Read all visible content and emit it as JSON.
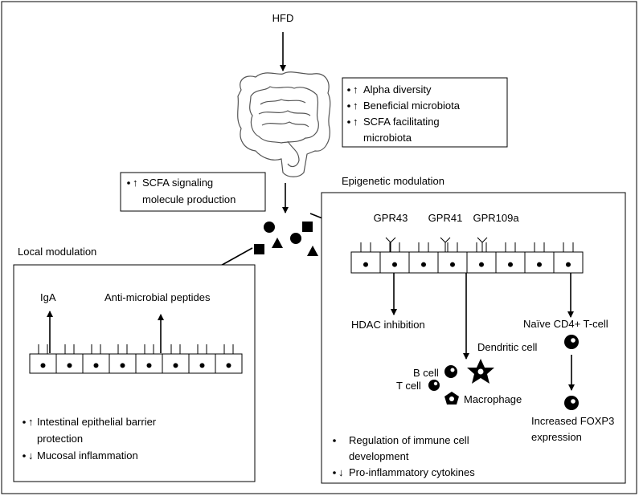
{
  "top_input": "HFD",
  "microbiota_effects": {
    "items": [
      {
        "arrow": "↑",
        "lines": [
          "Alpha diversity"
        ]
      },
      {
        "arrow": "↑",
        "lines": [
          "Beneficial microbiota"
        ]
      },
      {
        "arrow": "↑",
        "lines": [
          "SCFA facilitating",
          "microbiota"
        ]
      }
    ]
  },
  "scfa_box": {
    "arrow": "↑",
    "lines": [
      "SCFA signaling",
      "molecule production"
    ]
  },
  "local": {
    "title": "Local modulation",
    "iga": "IgA",
    "amp": "Anti-microbial peptides",
    "outcomes": [
      {
        "arrow": "↑",
        "lines": [
          "Intestinal epithelial barrier",
          "protection"
        ]
      },
      {
        "arrow": "↓",
        "lines": [
          "Mucosal inflammation"
        ]
      }
    ]
  },
  "epigenetic": {
    "title": "Epigenetic modulation",
    "receptors": [
      "GPR43",
      "GPR41",
      "GPR109a"
    ],
    "hdac": "HDAC inhibition",
    "cells": {
      "b_cell": "B cell",
      "t_cell": "T cell",
      "dendritic": "Dendritic cell",
      "macrophage": "Macrophage",
      "naive": "Naïve CD4+ T-cell",
      "foxp3": [
        "Increased FOXP3",
        "expression"
      ]
    },
    "outcomes": [
      {
        "arrow": "",
        "lines": [
          "Regulation of immune cell",
          "development"
        ]
      },
      {
        "arrow": "↓",
        "lines": [
          "Pro-inflammatory cytokines"
        ]
      }
    ]
  }
}
